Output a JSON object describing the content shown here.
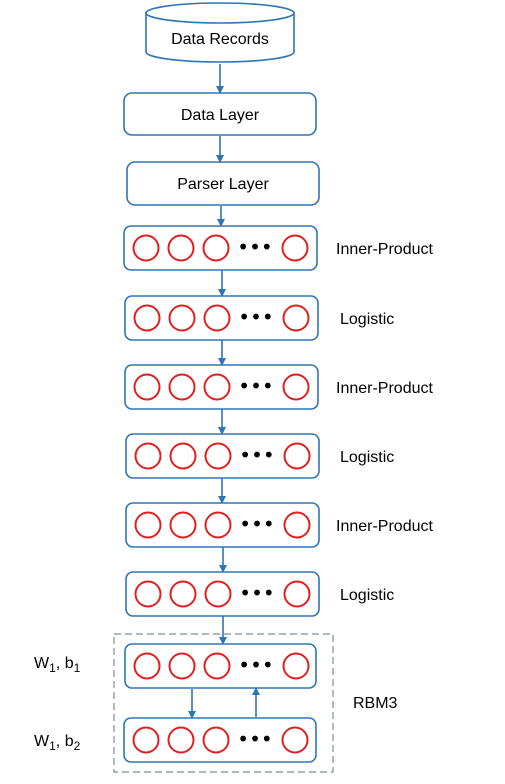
{
  "colors": {
    "border": "#2e75b6",
    "arrow": "#2e75b6",
    "neuron": "#e02020",
    "dashed": "#7f8c99",
    "text": "#000000"
  },
  "database": {
    "label": "Data Records",
    "icon": "database-cylinder-icon"
  },
  "data_layer": {
    "label": "Data Layer"
  },
  "parser_layer": {
    "label": "Parser Layer"
  },
  "layers": [
    {
      "label": "Inner-Product"
    },
    {
      "label": "Logistic"
    },
    {
      "label": "Inner-Product"
    },
    {
      "label": "Logistic"
    },
    {
      "label": "Inner-Product"
    },
    {
      "label": "Logistic"
    }
  ],
  "rbm": {
    "label": "RBM3",
    "top_param": {
      "w": "W",
      "w_sub": "1",
      "sep": ", ",
      "b": "b",
      "b_sub": "1"
    },
    "bottom_param": {
      "w": "W",
      "w_sub": "1",
      "sep": ", ",
      "b": "b",
      "b_sub": "2"
    }
  },
  "neuron_ellipsis": "•••"
}
